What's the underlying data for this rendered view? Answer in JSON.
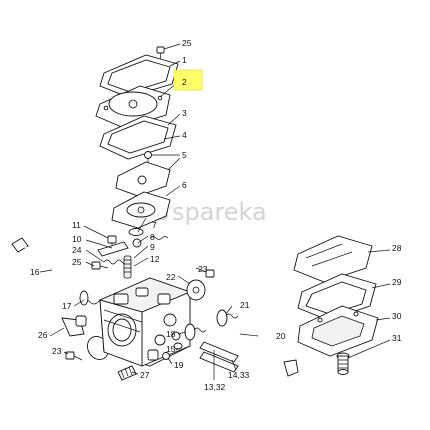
{
  "watermark": "spareka",
  "highlight_color": "#ffff66",
  "callouts": {
    "c25_top": "25",
    "c1": "1",
    "c2": "2",
    "c3": "3",
    "c4": "4",
    "c5": "5",
    "c6": "6",
    "c11": "11",
    "c7": "7",
    "c10": "10",
    "c8": "8",
    "c24": "24",
    "c9": "9",
    "c25_left": "25",
    "c12": "12",
    "c16": "16",
    "c22": "22",
    "c23_right": "23",
    "c17": "17",
    "c21": "21",
    "c26": "26",
    "c20": "20",
    "c18": "18",
    "c15": "15",
    "c23_left": "23",
    "c19": "19",
    "c27": "27",
    "c13_32": "13,32",
    "c14_33": "14,33",
    "c28": "28",
    "c29": "29",
    "c30": "30",
    "c31": "31"
  }
}
